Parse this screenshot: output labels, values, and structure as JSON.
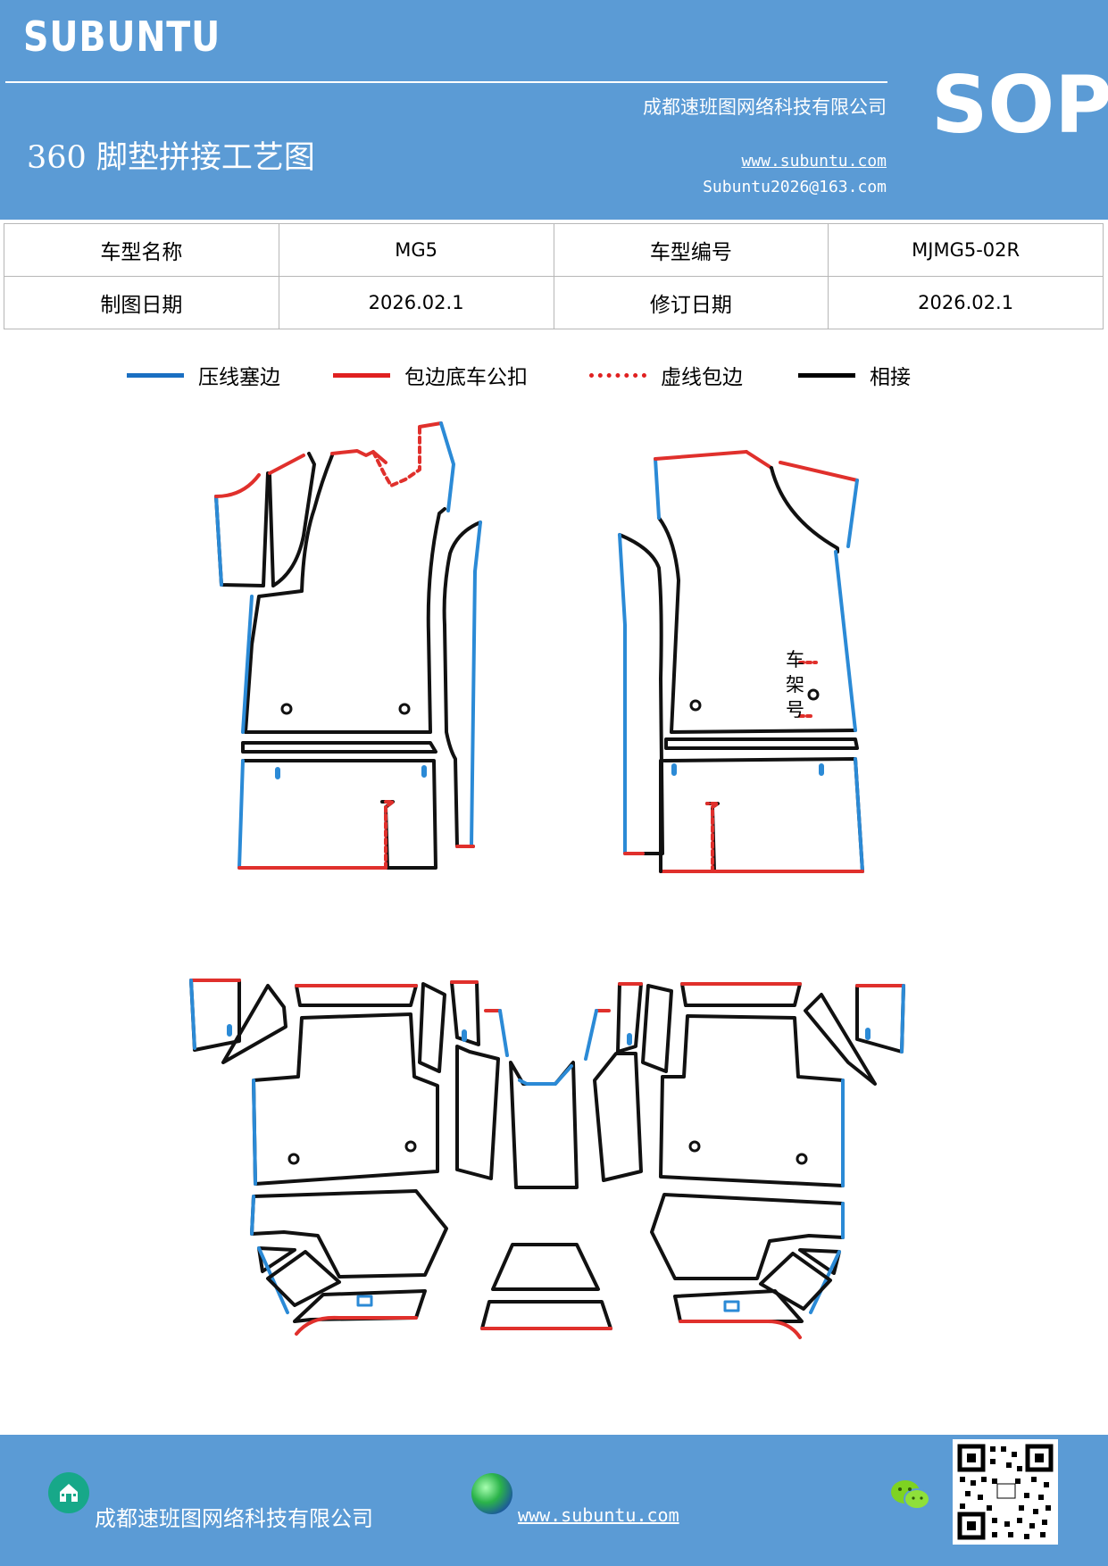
{
  "header": {
    "brand": "SUBUNTU",
    "company": "成都速班图网络科技有限公司",
    "title": "360 脚垫拼接工艺图",
    "website": "www.subuntu.com",
    "email": "Subuntu2026@163.com",
    "badge": "SOP"
  },
  "info_table": {
    "model_name_label": "车型名称",
    "model_name_value": "MG5",
    "model_code_label": "车型编号",
    "model_code_value": "MJMG5-02R",
    "draw_date_label": "制图日期",
    "draw_date_value": "2026.02.1",
    "revise_date_label": "修订日期",
    "revise_date_value": "2026.02.1"
  },
  "legend": [
    {
      "label": "压线塞边",
      "color": "#1a6fc2",
      "style": "solid"
    },
    {
      "label": "包边底车公扣",
      "color": "#e02020",
      "style": "solid"
    },
    {
      "label": "虚线包边",
      "color": "#e02020",
      "style": "dotted"
    },
    {
      "label": "相接",
      "color": "#000000",
      "style": "solid"
    }
  ],
  "diagram": {
    "frame_label": [
      "车",
      "架",
      "号"
    ]
  },
  "colors": {
    "blue_edge": "#2b8ad6",
    "red_edge": "#e0302c",
    "black_edge": "#111111",
    "brand_blue": "#5b9bd5"
  },
  "footer": {
    "company": "成都速班图网络科技有限公司",
    "website": "www.subuntu.com",
    "icons": [
      "house-icon",
      "globe-icon",
      "wechat-icon",
      "qr-code"
    ]
  }
}
